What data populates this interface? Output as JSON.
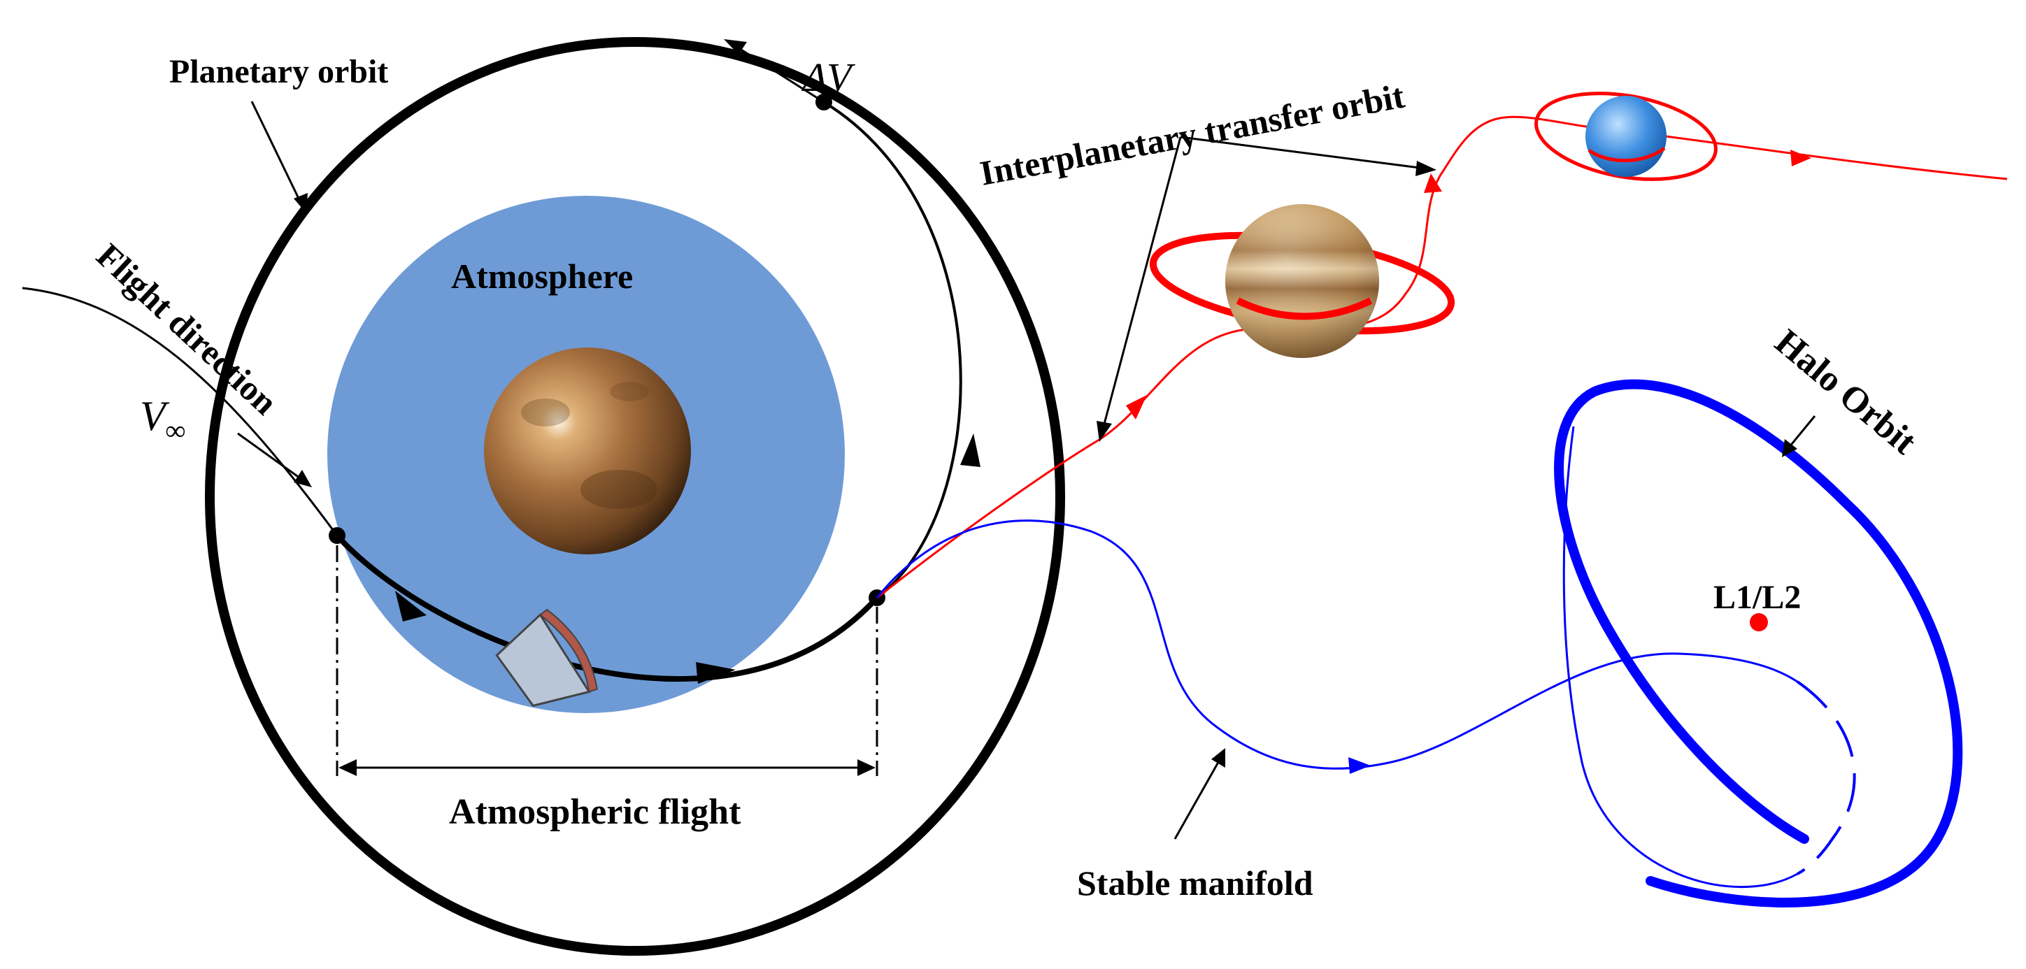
{
  "labels": {
    "planetary_orbit": "Planetary orbit",
    "flight_direction": "Flight direction",
    "v_infinity_symbol": "V",
    "v_infinity_subscript": "∞",
    "delta_v_prefix": "Δ",
    "delta_v_symbol": "V",
    "atmosphere": "Atmosphere",
    "atmospheric_flight": "Atmospheric flight",
    "interplanetary_transfer_orbit": "Interplanetary transfer orbit",
    "halo_orbit": "Halo Orbit",
    "lagrange_point": "L1/L2",
    "stable_manifold": "Stable manifold"
  },
  "colors": {
    "atmosphere": "#6e9bd6",
    "transfer_orbit": "#ff0000",
    "manifold": "#0000ff",
    "orbit": "#000000",
    "lagrange_point": "#ff0000"
  },
  "icons": {
    "central_planet": "mars-planet-icon",
    "entry_capsule": "entry-capsule-icon",
    "ringed_planet": "jupiter-planet-icon",
    "far_planet": "neptune-planet-icon"
  }
}
